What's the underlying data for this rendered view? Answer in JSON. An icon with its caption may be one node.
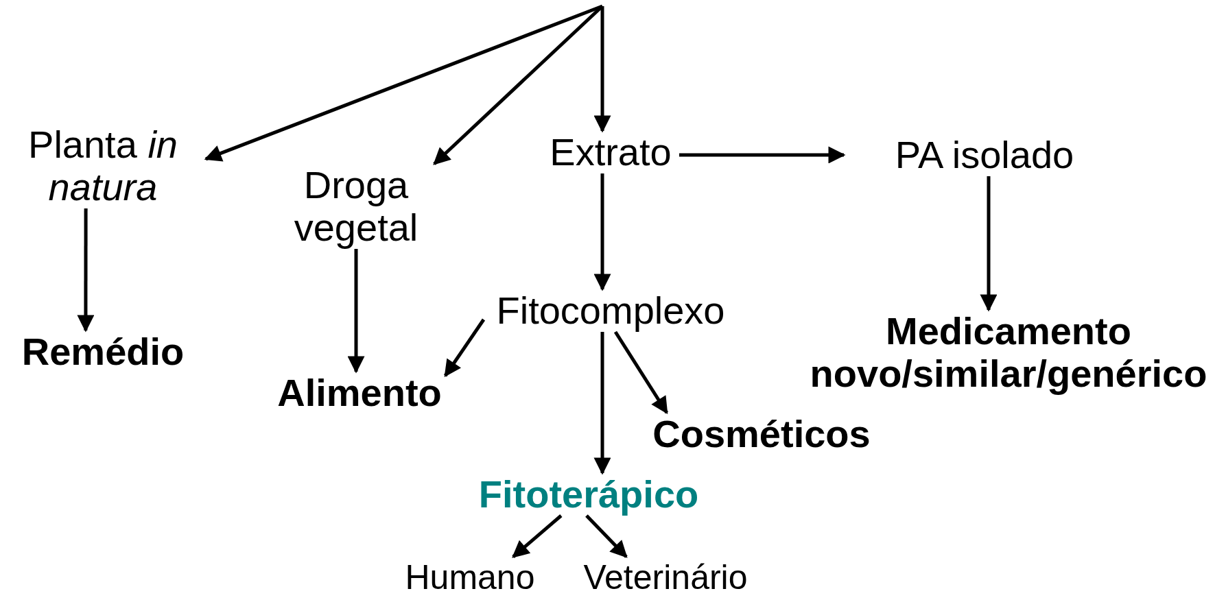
{
  "diagram": {
    "nodes": [
      {
        "text": [
          "Planta *in natura*"
        ]
      },
      {
        "text": [
          "Remédio"
        ]
      },
      {
        "text": [
          "Droga vegetal"
        ]
      },
      {
        "text": [
          "Alimento"
        ]
      },
      {
        "text": [
          "Extrato"
        ]
      },
      {
        "text": [
          "PA isolado"
        ]
      },
      {
        "text": [
          "Fitocomplexo"
        ]
      },
      {
        "text": [
          "Medicamento novo/similar/genérico"
        ]
      },
      {
        "text": [
          "Cosméticos"
        ]
      },
      {
        "text": [
          "Fitoterápico"
        ]
      },
      {
        "text": [
          "Humano"
        ]
      },
      {
        "text": [
          "Veterinário"
        ]
      }
    ],
    "edges": [
      {
        "from": null,
        "to": 0,
        "arrow": "to"
      },
      {
        "from": null,
        "to": 2,
        "arrow": "to"
      },
      {
        "from": null,
        "to": 4,
        "arrow": "to"
      },
      {
        "from": 0,
        "to": 1,
        "arrow": "to"
      },
      {
        "from": 2,
        "to": 3,
        "arrow": "to"
      },
      {
        "from": 4,
        "to": 5,
        "arrow": "to"
      },
      {
        "from": 4,
        "to": 6,
        "arrow": "to"
      },
      {
        "from": 5,
        "to": 7,
        "arrow": "to"
      },
      {
        "from": 6,
        "to": 3,
        "arrow": "to"
      },
      {
        "from": 6,
        "to": 9,
        "arrow": "to"
      },
      {
        "from": 6,
        "to": 8,
        "arrow": "to"
      },
      {
        "from": 9,
        "to": 10,
        "arrow": "to"
      },
      {
        "from": 9,
        "to": 11,
        "arrow": "to"
      }
    ]
  }
}
